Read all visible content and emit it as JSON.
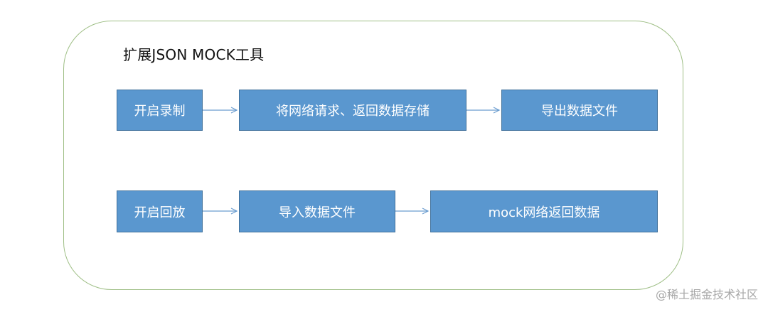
{
  "title": "扩展JSON MOCK工具",
  "row1": {
    "step1": "开启录制",
    "step2": "将网络请求、返回数据存储",
    "step3": "导出数据文件"
  },
  "row2": {
    "step1": "开启回放",
    "step2": "导入数据文件",
    "step3": "mock网络返回数据"
  },
  "watermark": "@稀土掘金技术社区",
  "colors": {
    "box_fill": "#5a97cf",
    "box_border": "#41719c",
    "container_border": "#9fbf86",
    "arrow": "#6a9ccf"
  }
}
